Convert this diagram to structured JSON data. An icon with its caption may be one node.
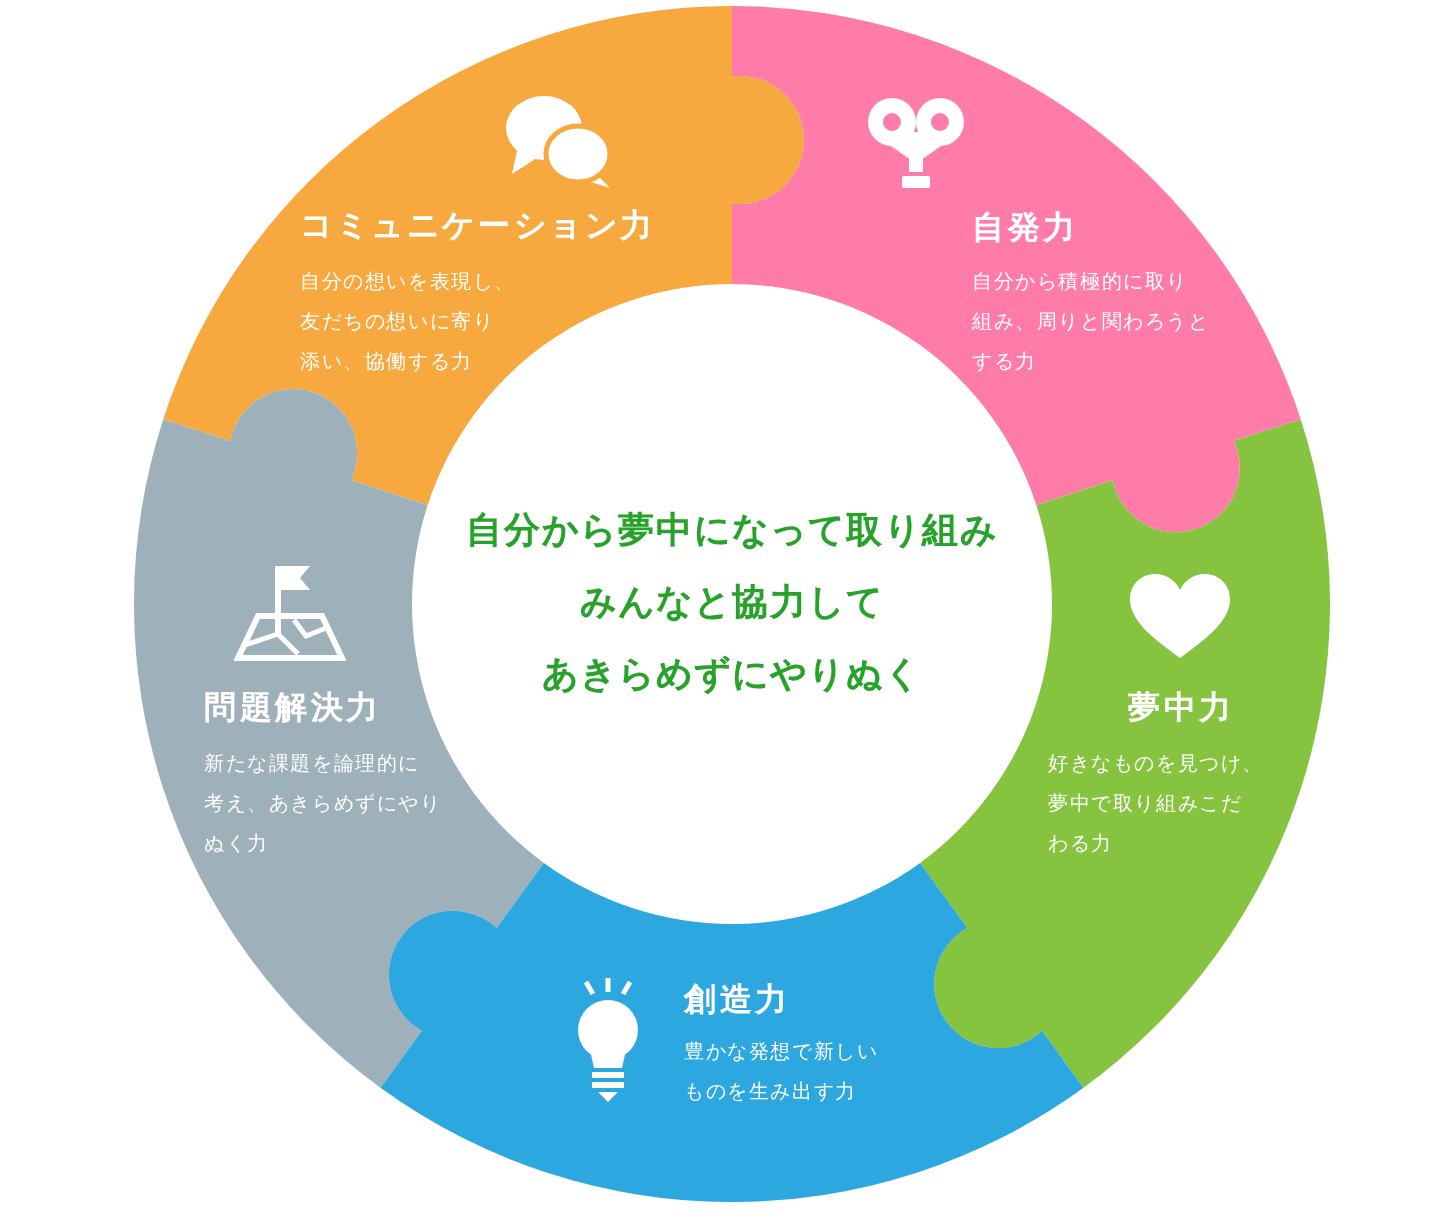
{
  "diagram": {
    "nodes": [
      {
        "text": [
          "コミュニケーション力",
          "自分の想いを表現し、友だちの想いに寄り添い、協働する力"
        ]
      },
      {
        "text": [
          "自発力",
          "自分から積極的に取り組み、周りと関わろうとする力"
        ]
      },
      {
        "text": [
          "自分から夢中になって取り組みみんなと協力してあきらめずにやりぬく"
        ]
      },
      {
        "text": [
          "問題解決力",
          "新たな課題を論理的に考え、あきらめずにやりぬく力"
        ]
      },
      {
        "text": [
          "夢中力",
          "好きなものを見つけ、夢中で取り組みこだわる力"
        ]
      },
      {
        "text": [
          "創造力",
          "豊かな発想で新しいものを生み出す力"
        ]
      }
    ]
  }
}
